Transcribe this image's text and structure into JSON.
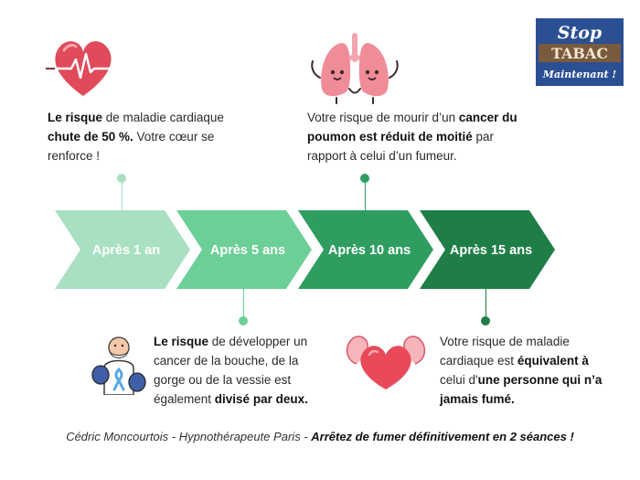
{
  "logo": {
    "line1": "Stop",
    "line2": "TABAC",
    "line3": "Maintenant !"
  },
  "stages": [
    {
      "label": "Après 1 an",
      "color": "#a9e0c2"
    },
    {
      "label": "Après 5 ans",
      "color": "#6ccf97"
    },
    {
      "label": "Après 10 ans",
      "color": "#2f9d5f"
    },
    {
      "label": "Après 15 ans",
      "color": "#1f7e47"
    }
  ],
  "facts": {
    "one_year": {
      "part1": "Le risque",
      "part2": " de maladie cardiaque ",
      "part3": "chute de 50 %.",
      "part4": " Votre cœur se renforce !"
    },
    "ten_years": {
      "part1": "Votre risque de mourir d’un ",
      "part2": "cancer du poumon est réduit de moitié",
      "part3": " par rapport à celui d’un fumeur."
    },
    "five_years": {
      "part1": "Le risque",
      "part2": " de développer un cancer de la bouche, de la gorge ou de la vessie est également ",
      "part3": "divisé par deux."
    },
    "fifteen_years": {
      "part1": "Votre risque de maladie cardiaque est ",
      "part2": "équivalent à",
      "part3": " celui d'",
      "part4": "une personne qui n’a jamais fumé."
    }
  },
  "icons": {
    "one_year": "heartbeat-heart-icon",
    "ten_years": "happy-lungs-icon",
    "five_years": "old-man-boxing-ribbon-icon",
    "fifteen_years": "strong-heart-icon"
  },
  "footer": {
    "author": "Cédric Moncourtois - Hypnothérapeute Paris - ",
    "cta": "Arrêtez de fumer définitivement en 2 séances !"
  }
}
